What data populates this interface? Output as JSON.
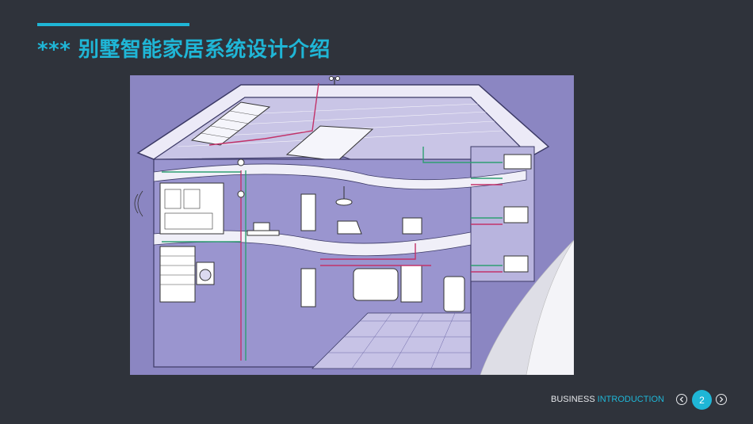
{
  "slide": {
    "title": "*** 别墅智能家居系统设计介绍",
    "accent_color": "#1fb6d6",
    "background_color": "#2f333b"
  },
  "illustration": {
    "subject": "smart-home-house-cutaway",
    "background_color": "#8b86c2",
    "icons": [
      "solar-panel-icon",
      "antenna-icon",
      "air-conditioner-icon",
      "radiator-icon",
      "boiler-icon",
      "water-tank-icon",
      "washing-machine-icon",
      "telephone-icon",
      "tv-icon",
      "armchair-icon",
      "ceiling-lamp-icon",
      "sensor-icon"
    ]
  },
  "footer": {
    "business": "BUSINESS",
    "introduction": "INTRODUCTION",
    "page_number": "2",
    "prev_icon": "chevron-left-icon",
    "next_icon": "chevron-right-icon"
  }
}
